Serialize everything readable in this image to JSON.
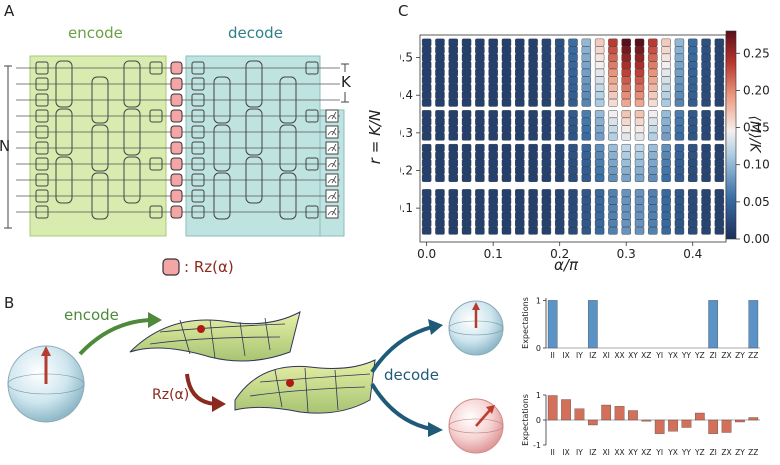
{
  "panels": {
    "a": {
      "letter": "A",
      "encode_label": "encode",
      "decode_label": "decode",
      "n_label": "N",
      "k_label": "K",
      "legend_text": ": Rz(α)",
      "colors": {
        "encode_bg": "#d8ecb0",
        "decode_bg": "#bfe3e1",
        "rz_gate": "#f4a6a6"
      }
    },
    "b": {
      "letter": "B",
      "encode_label": "encode",
      "rz_label": "Rz(α)",
      "decode_label": "decode",
      "colors": {
        "encode_arrow": "#4e8a3a",
        "rz_arrow": "#8b2a1e",
        "decode_arrow": "#1f5a78"
      }
    },
    "c": {
      "letter": "C"
    }
  },
  "chart_data": [
    {
      "type": "heatmap",
      "xlabel": "α/π",
      "ylabel": "r = K/N",
      "colorbar_label": "⟨M⟩/K",
      "xticks": [
        "0.0",
        "0.1",
        "0.2",
        "0.3",
        "0.4"
      ],
      "yticks": [
        "0.1",
        "0.2",
        "0.3",
        "0.4",
        "0.5"
      ],
      "colorbar_ticks": [
        "0.00",
        "0.05",
        "0.10",
        "0.15",
        "0.20",
        "0.25"
      ],
      "xlim": [
        -0.01,
        0.45
      ],
      "ylim": [
        0.01,
        0.56
      ],
      "clim": [
        0,
        0.28
      ],
      "x_values": [
        0.0,
        0.02,
        0.04,
        0.06,
        0.08,
        0.1,
        0.12,
        0.14,
        0.16,
        0.18,
        0.2,
        0.22,
        0.24,
        0.26,
        0.28,
        0.3,
        0.32,
        0.34,
        0.36,
        0.38,
        0.4,
        0.42,
        0.44
      ],
      "y_values": [
        0.04,
        0.06,
        0.08,
        0.1,
        0.12,
        0.14,
        0.18,
        0.2,
        0.22,
        0.24,
        0.26,
        0.29,
        0.31,
        0.33,
        0.35,
        0.38,
        0.4,
        0.42,
        0.44,
        0.46,
        0.48,
        0.5,
        0.52,
        0.54
      ],
      "peak": {
        "x": 0.31,
        "y": 0.52,
        "value": 0.26
      }
    },
    {
      "type": "bar",
      "ylabel": "Expectations",
      "yticks": [
        "0",
        "1"
      ],
      "ylim": [
        0,
        1.05
      ],
      "categories": [
        "II",
        "IX",
        "IY",
        "IZ",
        "XI",
        "XX",
        "XY",
        "XZ",
        "YI",
        "YX",
        "YY",
        "YZ",
        "ZI",
        "ZX",
        "ZY",
        "ZZ"
      ],
      "values": [
        1,
        0,
        0,
        1,
        0,
        0,
        0,
        0,
        0,
        0,
        0,
        0,
        1,
        0,
        0,
        1
      ],
      "color": "#5b93c7"
    },
    {
      "type": "bar",
      "ylabel": "Expectations",
      "yticks": [
        "-1",
        "0",
        "1"
      ],
      "ylim": [
        -1,
        1
      ],
      "categories": [
        "II",
        "IX",
        "IY",
        "IZ",
        "XI",
        "XX",
        "XY",
        "XZ",
        "YI",
        "YX",
        "YY",
        "YZ",
        "ZI",
        "ZX",
        "ZY",
        "ZZ"
      ],
      "values": [
        0.98,
        0.82,
        0.45,
        -0.2,
        0.6,
        0.55,
        0.38,
        -0.05,
        -0.55,
        -0.45,
        -0.3,
        0.28,
        -0.55,
        -0.5,
        -0.08,
        0.1
      ],
      "color": "#d2705c"
    }
  ]
}
